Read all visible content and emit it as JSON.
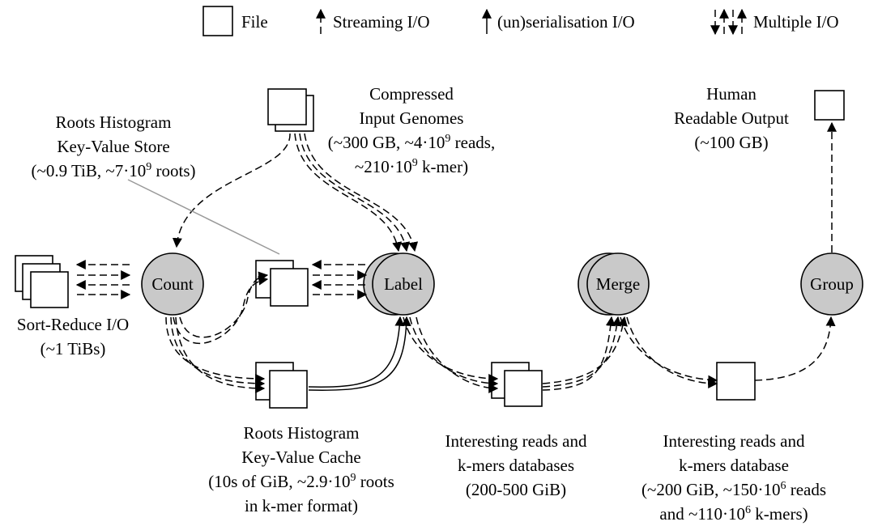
{
  "legend": {
    "file": "File",
    "streaming": "Streaming I/O",
    "serialisation": "(un)serialisation I/O",
    "multiple": "Multiple I/O"
  },
  "nodes": {
    "count": "Count",
    "label": "Label",
    "merge": "Merge",
    "group": "Group"
  },
  "input_genomes": {
    "line1": "Compressed",
    "line2": "Input Genomes",
    "line3a": "(~300 GB, ~4·10",
    "line3sup": "9",
    "line3b": " reads,",
    "line4a": "~210·10",
    "line4sup": "9",
    "line4b": " k-mer)"
  },
  "kv_store": {
    "line1": "Roots Histogram",
    "line2": "Key-Value Store",
    "line3a": "(~0.9 TiB, ~7·10",
    "line3sup": "9",
    "line3b": " roots)"
  },
  "human_output": {
    "line1": "Human",
    "line2": "Readable Output",
    "line3": "(~100 GB)"
  },
  "sort_reduce": {
    "line1": "Sort-Reduce I/O",
    "line2": "(~1 TiBs)"
  },
  "kv_cache": {
    "line1": "Roots Histogram",
    "line2": "Key-Value Cache",
    "line3a": "(10s of GiB, ~2.9·10",
    "line3sup": "9",
    "line3b": " roots",
    "line4": "in k-mer format)"
  },
  "interesting_dbs": {
    "line1": "Interesting reads and",
    "line2": "k-mers databases",
    "line3": "(200-500 GiB)"
  },
  "interesting_db": {
    "line1": "Interesting reads and",
    "line2": "k-mers database",
    "line3a": "(~200 GiB, ~150·10",
    "line3sup": "6",
    "line3b": " reads",
    "line4a": "and ~110·10",
    "line4sup": "6",
    "line4b": " k-mers)"
  }
}
